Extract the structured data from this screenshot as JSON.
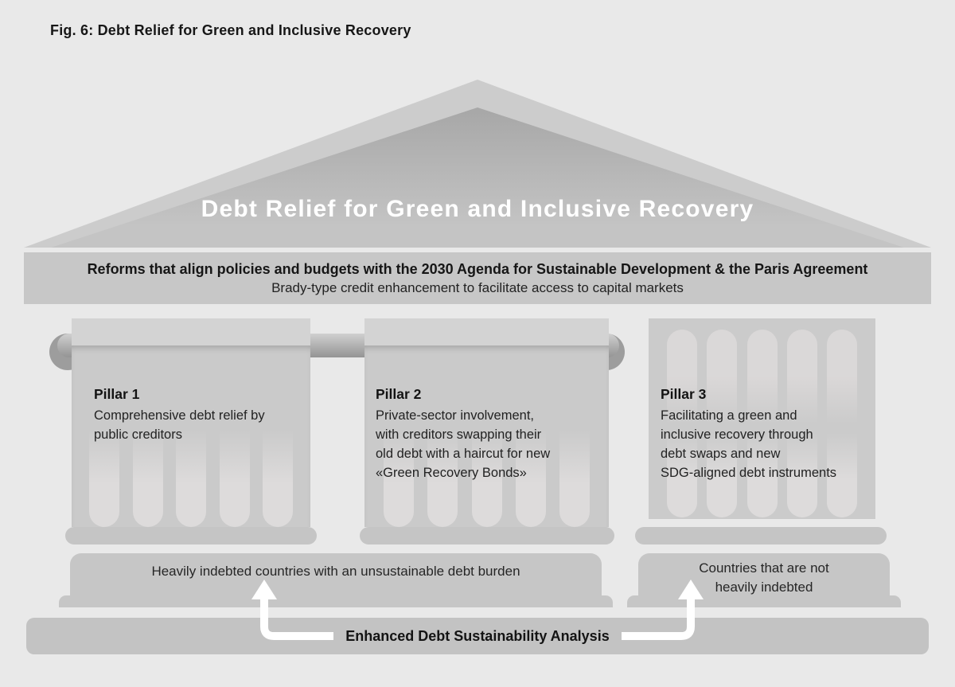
{
  "figure": {
    "caption": "Fig. 6: Debt Relief for Green and Inclusive Recovery"
  },
  "pediment": {
    "title": "Debt Relief for Green and Inclusive Recovery"
  },
  "architrave": {
    "line1": "Reforms that align policies and budgets with the 2030 Agenda for Sustainable Development & the Paris Agreement",
    "line2": "Brady-type credit enhancement to facilitate access to capital markets"
  },
  "pillars": [
    {
      "heading": "Pillar 1",
      "body": [
        "Comprehensive debt relief by",
        "public creditors"
      ]
    },
    {
      "heading": "Pillar 2",
      "body": [
        "Private-sector involvement,",
        "with creditors swapping their",
        "old debt with a haircut for new",
        "«Green Recovery Bonds»"
      ]
    },
    {
      "heading": "Pillar 3",
      "body": [
        "Facilitating a green and",
        "inclusive recovery through",
        "debt swaps and new",
        "SDG-aligned debt instruments"
      ]
    }
  ],
  "bases": {
    "left_label": "Heavily indebted countries with an unsustainable debt burden",
    "right_label": [
      "Countries that are not",
      "heavily indebted"
    ]
  },
  "foundation": {
    "label": "Enhanced Debt Sustainability Analysis"
  },
  "colors": {
    "background": "#e9e9e9",
    "stone_light": "#cccccc",
    "stone_mid": "#c6c6c6",
    "stone_dark": "#9d9d9d",
    "pediment_shadow": "#a7a7a7",
    "text_dark": "#1a1a1a",
    "title_text": "#ffffff",
    "arrow": "#ffffff"
  }
}
